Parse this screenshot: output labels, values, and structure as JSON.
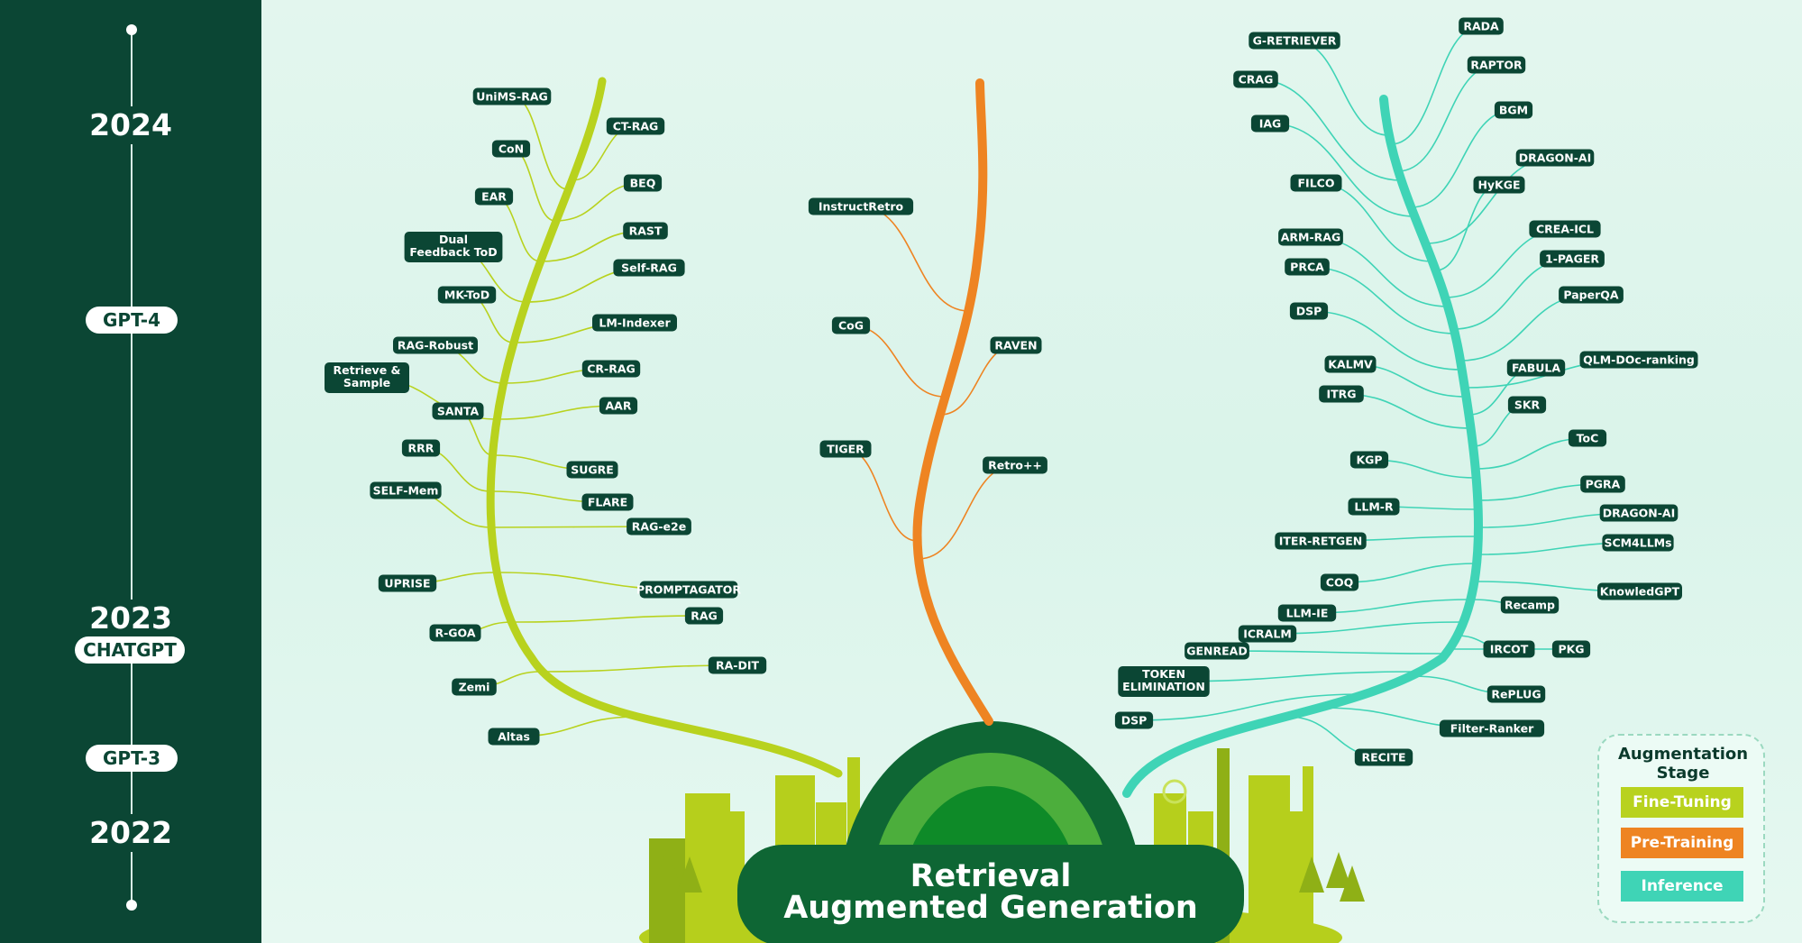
{
  "colors": {
    "fine_tuning": "#b8d21e",
    "pre_training": "#ee8422",
    "inference": "#3fd4b6",
    "node_bg": "#0b4634",
    "node_text": "#ffffff",
    "sidebar": "#0b4634"
  },
  "timeline": {
    "year_2024": "2024",
    "gpt4": "GPT-4",
    "year_2023": "2023",
    "chatgpt": "CHATGPT",
    "gpt3": "GPT-3",
    "year_2022": "2022"
  },
  "title": {
    "line1": "Retrieval",
    "line2": "Augmented Generation"
  },
  "legend": {
    "title_line1": "Augmentation",
    "title_line2": "Stage",
    "items": [
      {
        "label": "Fine-Tuning",
        "color": "#b8d21e"
      },
      {
        "label": "Pre-Training",
        "color": "#ee8422"
      },
      {
        "label": "Inference",
        "color": "#3fd4b6"
      }
    ]
  },
  "branches": {
    "fine_tuning": {
      "stage": "Fine-Tuning",
      "nodes": [
        {
          "label": "UniMS-RAG",
          "side": "left"
        },
        {
          "label": "CT-RAG",
          "side": "right"
        },
        {
          "label": "CoN",
          "side": "left"
        },
        {
          "label": "BEQ",
          "side": "right"
        },
        {
          "label": "EAR",
          "side": "left"
        },
        {
          "label": "RAST",
          "side": "right"
        },
        {
          "label": "Dual",
          "label2": "Feedback ToD",
          "side": "left"
        },
        {
          "label": "Self-RAG",
          "side": "right"
        },
        {
          "label": "MK-ToD",
          "side": "left"
        },
        {
          "label": "LM-Indexer",
          "side": "right"
        },
        {
          "label": "RAG-Robust",
          "side": "left"
        },
        {
          "label": "CR-RAG",
          "side": "right"
        },
        {
          "label": "Retrieve &",
          "label2": "Sample",
          "side": "left"
        },
        {
          "label": "AAR",
          "side": "right"
        },
        {
          "label": "SANTA",
          "side": "left"
        },
        {
          "label": "SUGRE",
          "side": "right"
        },
        {
          "label": "RRR",
          "side": "left"
        },
        {
          "label": "FLARE",
          "side": "right"
        },
        {
          "label": "SELF-Mem",
          "side": "left"
        },
        {
          "label": "RAG-e2e",
          "side": "right"
        },
        {
          "label": "UPRISE",
          "side": "left"
        },
        {
          "label": "PROMPTAGATOR",
          "side": "right"
        },
        {
          "label": "R-GOA",
          "side": "left"
        },
        {
          "label": "RAG",
          "side": "right"
        },
        {
          "label": "Zemi",
          "side": "left"
        },
        {
          "label": "RA-DIT",
          "side": "right"
        },
        {
          "label": "Altas",
          "side": "left"
        }
      ]
    },
    "pre_training": {
      "stage": "Pre-Training",
      "nodes": [
        {
          "label": "InstructRetro",
          "side": "left"
        },
        {
          "label": "CoG",
          "side": "left"
        },
        {
          "label": "RAVEN",
          "side": "right"
        },
        {
          "label": "TIGER",
          "side": "left"
        },
        {
          "label": "Retro++",
          "side": "right"
        }
      ]
    },
    "inference": {
      "stage": "Inference",
      "nodes": [
        {
          "label": "RADA",
          "side": "right"
        },
        {
          "label": "G-RETRIEVER",
          "side": "left"
        },
        {
          "label": "RAPTOR",
          "side": "right"
        },
        {
          "label": "CRAG",
          "side": "left"
        },
        {
          "label": "BGM",
          "side": "right"
        },
        {
          "label": "IAG",
          "side": "left"
        },
        {
          "label": "DRAGON-AI",
          "side": "right"
        },
        {
          "label": "FILCO",
          "side": "left"
        },
        {
          "label": "HyKGE",
          "side": "right"
        },
        {
          "label": "CREA-ICL",
          "side": "right"
        },
        {
          "label": "ARM-RAG",
          "side": "left"
        },
        {
          "label": "1-PAGER",
          "side": "right"
        },
        {
          "label": "PRCA",
          "side": "left"
        },
        {
          "label": "PaperQA",
          "side": "right"
        },
        {
          "label": "DSP",
          "side": "left"
        },
        {
          "label": "QLM-DOc-ranking",
          "side": "right"
        },
        {
          "label": "KALMV",
          "side": "left"
        },
        {
          "label": "FABULA",
          "side": "right"
        },
        {
          "label": "ITRG",
          "side": "left"
        },
        {
          "label": "SKR",
          "side": "right"
        },
        {
          "label": "ToC",
          "side": "right"
        },
        {
          "label": "KGP",
          "side": "left"
        },
        {
          "label": "PGRA",
          "side": "right"
        },
        {
          "label": "LLM-R",
          "side": "left"
        },
        {
          "label": "DRAGON-AI",
          "side": "right"
        },
        {
          "label": "ITER-RETGEN",
          "side": "left"
        },
        {
          "label": "SCM4LLMs",
          "side": "right"
        },
        {
          "label": "COQ",
          "side": "left"
        },
        {
          "label": "KnowledGPT",
          "side": "right"
        },
        {
          "label": "Recamp",
          "side": "right"
        },
        {
          "label": "LLM-IE",
          "side": "left"
        },
        {
          "label": "ICRALM",
          "side": "left"
        },
        {
          "label": "IRCOT",
          "side": "right"
        },
        {
          "label": "PKG",
          "side": "right"
        },
        {
          "label": "GENREAD",
          "side": "left"
        },
        {
          "label": "TOKEN",
          "label2": "ELIMINATION",
          "side": "left"
        },
        {
          "label": "RePLUG",
          "side": "right"
        },
        {
          "label": "DSP",
          "side": "left"
        },
        {
          "label": "Filter-Ranker",
          "side": "right"
        },
        {
          "label": "RECITE",
          "side": "right"
        }
      ]
    }
  }
}
